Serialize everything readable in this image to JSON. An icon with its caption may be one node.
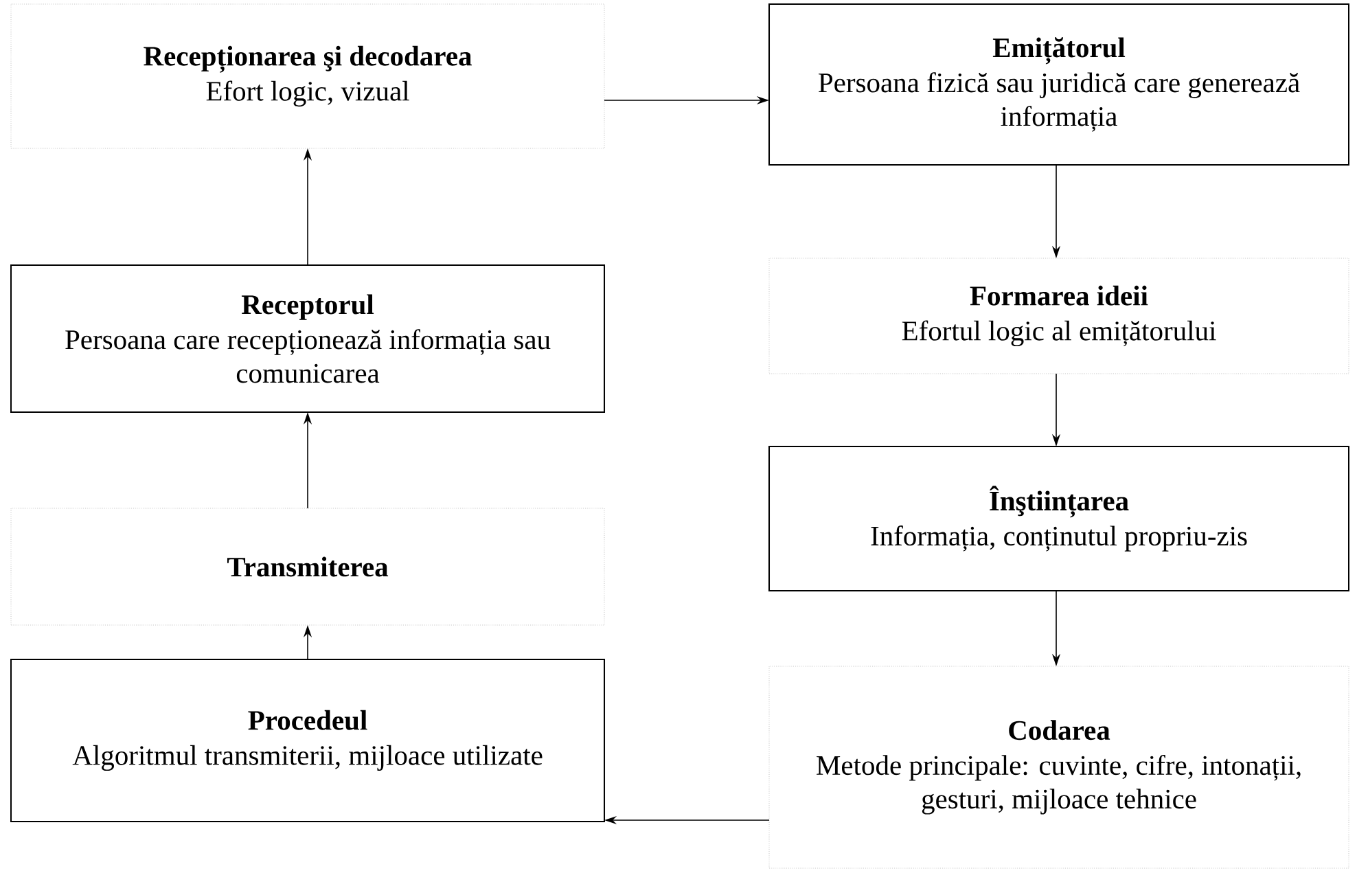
{
  "diagram": {
    "nodes": [
      {
        "text": [
          "Recepționarea şi decodarea",
          "Efort logic, vizual"
        ]
      },
      {
        "text": [
          "Emițătorul",
          "Persoana fizică sau juridică care generează informația"
        ]
      },
      {
        "text": [
          "Receptorul",
          "Persoana care recepționează informația sau comunicarea"
        ]
      },
      {
        "text": [
          "Formarea ideii",
          "Efortul logic al emițătorului"
        ]
      },
      {
        "text": [
          "Transmiterea"
        ]
      },
      {
        "text": [
          "Înştiințarea",
          "Informația, conținutul propriu-zis"
        ]
      },
      {
        "text": [
          "Procedeul",
          "Algoritmul transmiterii, mijloace utilizate"
        ]
      },
      {
        "text": [
          "Codarea",
          "Metode principale: cuvinte, cifre, intonații, gesturi, mijloace tehnice"
        ]
      }
    ],
    "edges": [
      {
        "from": 0,
        "to": 1,
        "arrow": "to"
      },
      {
        "from": 1,
        "to": 3,
        "arrow": "to"
      },
      {
        "from": 3,
        "to": 5,
        "arrow": "to"
      },
      {
        "from": 5,
        "to": 7,
        "arrow": "to"
      },
      {
        "from": 7,
        "to": 6,
        "arrow": "to"
      },
      {
        "from": 6,
        "to": 4,
        "arrow": "to"
      },
      {
        "from": 4,
        "to": 2,
        "arrow": "to"
      },
      {
        "from": 2,
        "to": 0,
        "arrow": "to"
      }
    ]
  }
}
